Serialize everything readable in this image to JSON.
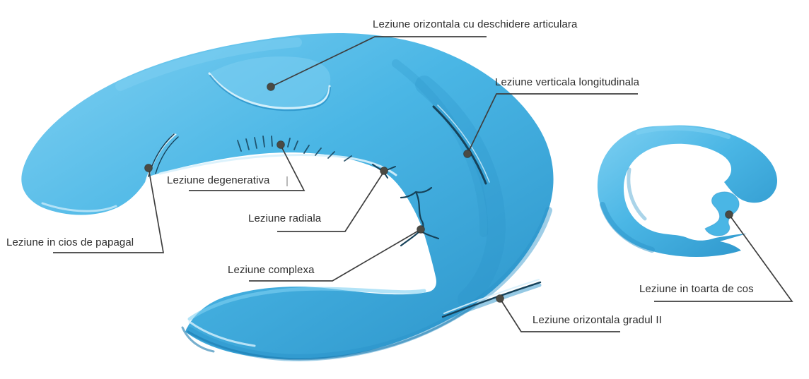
{
  "figure": {
    "colors": {
      "bg": "#ffffff",
      "body": "#4ab6e5",
      "light": "#7fd0f2",
      "deep": "#2b93c9",
      "rim": "#1a79ad",
      "crack": "#16425a",
      "hl": "#d8f1fc",
      "line": "#3e3e3e",
      "dot": "#4b4a43",
      "text": "#2d2d2d"
    }
  },
  "labels": [
    {
      "id": "orizontala-articulara",
      "text": "Leziune orizontala cu deschidere articulara"
    },
    {
      "id": "verticala-longitudinala",
      "text": "Leziune verticala longitudinala"
    },
    {
      "id": "degenerativa",
      "text": "Leziune degenerativa"
    },
    {
      "id": "radiala",
      "text": "Leziune radiala"
    },
    {
      "id": "cios-de-papagal",
      "text": "Leziune in cios de papagal"
    },
    {
      "id": "complexa",
      "text": "Leziune complexa"
    },
    {
      "id": "orizontala-gradul-2",
      "text": "Leziune orizontala gradul II"
    },
    {
      "id": "toarta-de-cos",
      "text": "Leziune in toarta de cos"
    }
  ]
}
